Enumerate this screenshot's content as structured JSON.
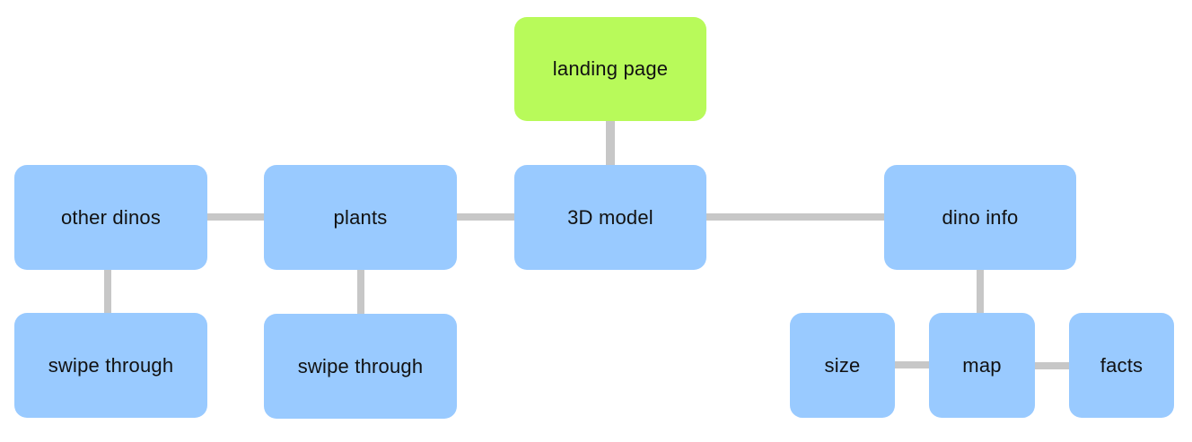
{
  "diagram": {
    "colors": {
      "root_fill": "#b8fa5a",
      "node_fill": "#99caff",
      "edge": "#c7c7c7"
    },
    "nodes": {
      "landing_page": "landing page",
      "model_3d": "3D model",
      "plants": "plants",
      "other_dinos": "other dinos",
      "dino_info": "dino info",
      "swipe_through_dinos": "swipe through",
      "swipe_through_plants": "swipe through",
      "size": "size",
      "map": "map",
      "facts": "facts"
    },
    "edges": [
      [
        "landing page",
        "3D model"
      ],
      [
        "3D model",
        "plants"
      ],
      [
        "plants",
        "other dinos"
      ],
      [
        "other dinos",
        "swipe through"
      ],
      [
        "plants",
        "swipe through"
      ],
      [
        "3D model",
        "dino info"
      ],
      [
        "dino info",
        "map"
      ],
      [
        "map",
        "size"
      ],
      [
        "map",
        "facts"
      ]
    ]
  }
}
